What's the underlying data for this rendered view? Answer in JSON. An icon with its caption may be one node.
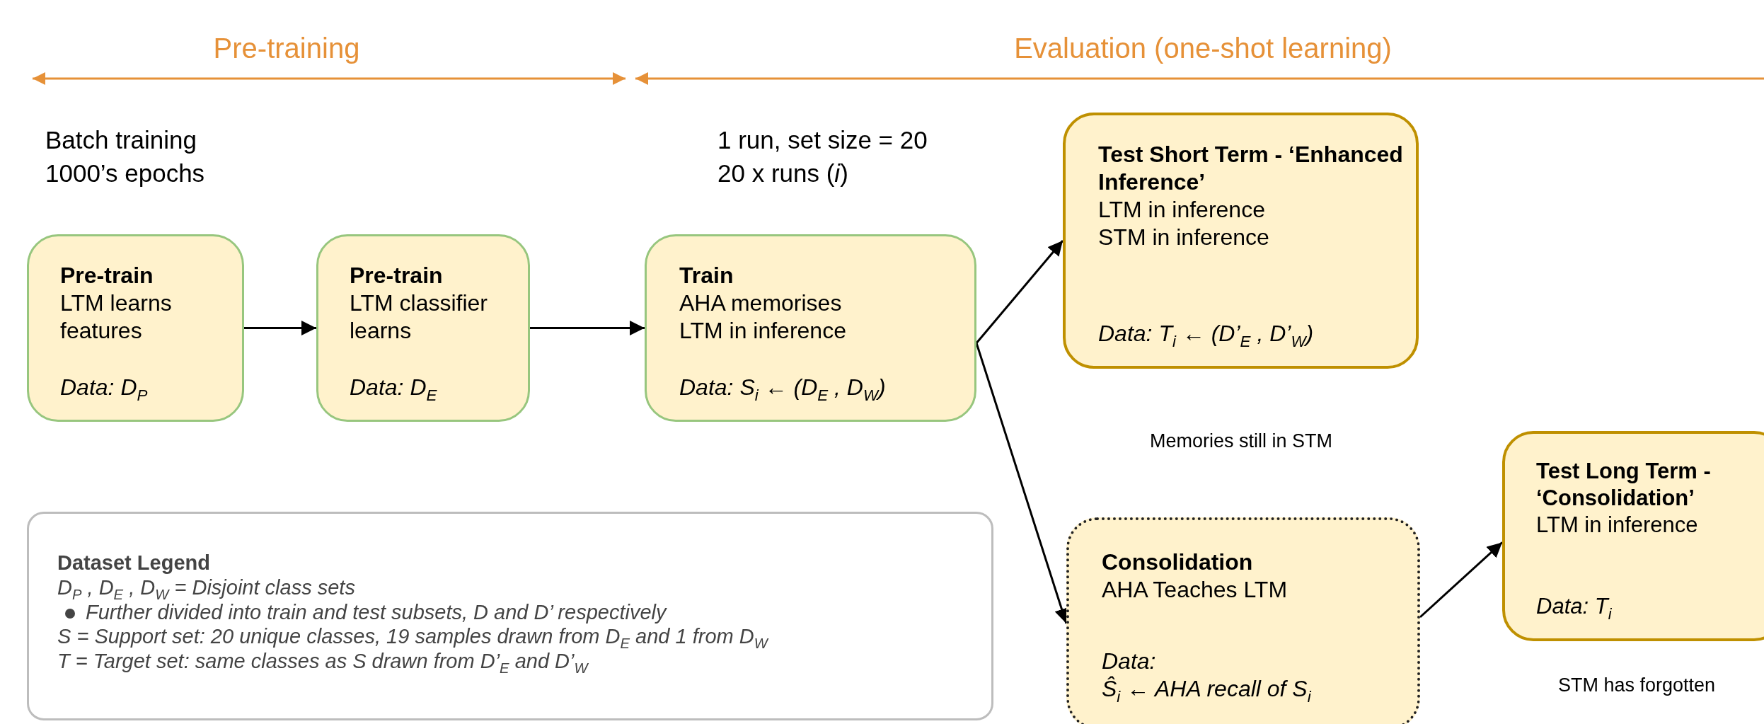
{
  "diagram": {
    "nodes": [
      {
        "text": [
          "Pre-train",
          "LTM learns features",
          "Data: D$_{P}$"
        ]
      },
      {
        "text": [
          "Pre-train",
          "LTM classifier learns",
          "Data: D$_{E}$"
        ]
      },
      {
        "text": [
          "Train",
          "AHA memorises",
          "LTM in inference",
          "Data: S$_{i}$ ← (D$_{E}$ , D$_{W}$)"
        ]
      },
      {
        "text": [
          "Test Short Term - ‘Enhanced Inference’",
          "LTM in inference",
          "STM in inference",
          "Data: T$_{i}$ ← (D’$_{E}$ , D’$_{W}$)"
        ]
      },
      {
        "text": [
          "Consolidation",
          "AHA Teaches LTM",
          "Data:",
          "Ŝ$_{i}$ ← AHA recall of S$_{i}$"
        ]
      },
      {
        "text": [
          "Test Long Term - ‘Consolidation’",
          "LTM in inference",
          "Data: T$_{i}$"
        ]
      },
      {
        "text": [
          "Dataset Legend",
          "D$_{P}$ , D$_{E}$ , D$_{W}$ = Disjoint class sets",
          "Further divided into train and test subsets, D and D’ respectively",
          "S = Support set: 20 unique classes, 19 samples drawn from D$_{E}$ and 1 from D$_{W}$",
          "T = Target set: same classes as S drawn from D’$_{E}$ and D’$_{W}$"
        ]
      }
    ],
    "edges": [
      {
        "from": 0,
        "to": 1,
        "arrow": "to"
      },
      {
        "from": 1,
        "to": 2,
        "arrow": "to"
      },
      {
        "from": 2,
        "to": 3,
        "arrow": "to"
      },
      {
        "from": 2,
        "to": 4,
        "arrow": "to"
      },
      {
        "from": 4,
        "to": 5,
        "arrow": "to"
      }
    ],
    "labels": [
      "Pre-training",
      "Evaluation (one-shot learning)",
      "Batch training",
      "1000’s epochs",
      "1 run, set size = 20",
      "20 x runs (*i*)",
      "Memories still in STM",
      "STM has forgotten"
    ]
  }
}
